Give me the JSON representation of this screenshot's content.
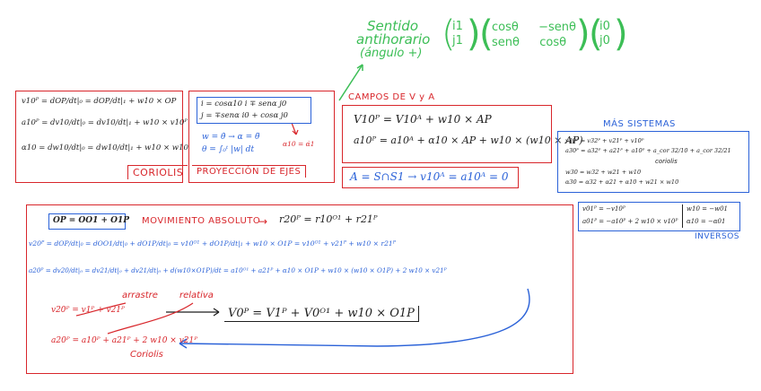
{
  "colors": {
    "red": "#d8262b",
    "blue": "#2b62d8",
    "green": "#3cbe56",
    "ink": "#1f1f1f"
  },
  "top_note": {
    "line1": "Sentido",
    "line2": "antihorario",
    "line3": "(ángulo +)",
    "matrix_left": [
      "i1",
      "j1"
    ],
    "matrix_rot": [
      [
        "cosθ",
        "−senθ"
      ],
      [
        "senθ",
        "cosθ"
      ]
    ],
    "matrix_right": [
      "i0",
      "j0"
    ]
  },
  "coriolis_box": {
    "eq1": "v10ᴾ = dOP/dt|₀ = dOP/dt|₁ + w10 × OP",
    "eq2": "a10ᴾ = dv10/dt|₀ = dv10/dt|₁ + w10 × v10ᴾ",
    "eq3": "α10 = dw10/dt|₀ = dw10/dt|₁ + w10 × w10",
    "label": "CORIOLIS"
  },
  "proyeccion_box": {
    "eq_i": "i = cosα10 i ∓ senα j0",
    "eq_j": "j = ∓senα i0 + cosα j0",
    "w_line": "w = θ̇ → α = θ̈",
    "theta_line": "θ = ∫₀ᵗ |w| dt",
    "note": "α10 = α̇1",
    "label": "PROYECCIÓN DE EJES"
  },
  "campos_box": {
    "title": "CAMPOS DE V y A",
    "eq_v": "V10ᴾ = V10ᴬ + w10 × AP",
    "eq_a": "a10ᴾ = a10ᴬ + α10 × AP + w10 × (w10 × AP)"
  },
  "rodadura_box": {
    "eq": "A = S∩S1 → v10ᴬ = a10ᴬ = 0"
  },
  "mas_sistemas_box": {
    "title": "MÁS SISTEMAS",
    "eq1": "v30ᴾ = v32ᴾ + v21ᴾ + v10ᴾ",
    "eq2": "a30ᴾ = a32ᴾ + a21ᴾ + a10ᴾ + a_cor 32/10 + a_cor 32/21",
    "label_cor": "coriolis",
    "eq3": "w30 = w32 + w21 + w10",
    "eq4": "α30 = α32 + α21 + α10 + w21 × w10"
  },
  "inversos_box": {
    "eq1": "v01ᴾ = −v10ᴾ",
    "eq2": "a01ᴾ = −a10ᴾ + 2 w10 × v10ᴾ",
    "eq3": "w10 = −w01",
    "eq4": "α10 = −α01",
    "label": "INVERSOS"
  },
  "absoluto_box": {
    "vec_box": "OP = OO1 + O1P",
    "title": "MOVIMIENTO ABSOLUTO",
    "r_eq": "r20ᴾ = r10ᴼ¹ + r21ᴾ",
    "v_eq": "v20ᴾ = dOP/dt|₀ = dOO1/dt|₀ + dO1P/dt|₀ = v10ᴼ¹ + dO1P/dt|₁ + w10 × O1P = v10ᴼ¹ + v21ᴾ + w10 × r21ᴾ",
    "a_eq": "a20ᴾ = dv20/dt|₀ = dv21/dt|₀ + dv21/dt|₀ + d(w10×O1P)/dt = a10ᴼ¹ + a21ᴾ + α10 × O1P + w10 × (w10 × O1P) + 2 w10 × v21ᴾ",
    "label_arrastre": "arrastre",
    "label_relativa": "relativa",
    "red_v": "v20ᴾ = v1ᴾ + v21ᴾ",
    "red_a": "a20ᴾ = a10ᴾ + a21ᴾ + 2 w10 × v21ᴾ",
    "label_coriolis": "Coriolis",
    "boxed_eq": "V0ᴾ = V1ᴾ + V0ᴼ¹ + w10 × O1P"
  }
}
